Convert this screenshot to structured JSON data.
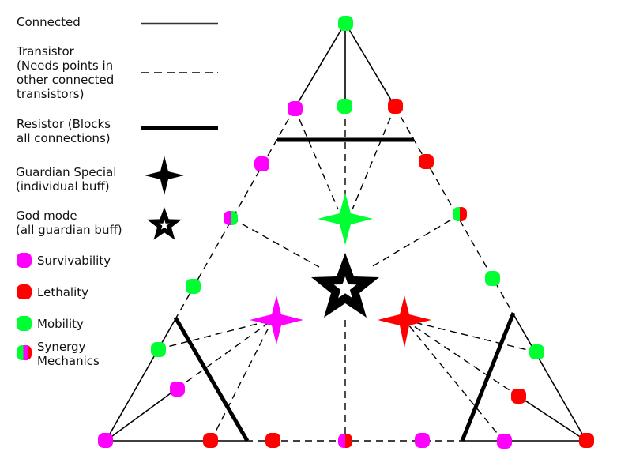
{
  "legend": {
    "connected": "Connected",
    "transistor": "Transistor\n(Needs points in\nother connected\ntransistors)",
    "resistor": "Resistor (Blocks\nall connections)",
    "guardian_special": "Guardian Special\n(individual buff)",
    "god_mode": "God mode\n(all guardian buff)",
    "survivability": "Survivability",
    "lethality": "Lethality",
    "mobility": "Mobility",
    "synergy": "Synergy\nMechanics"
  },
  "colors": {
    "survivability": "#ff00ff",
    "lethality": "#ff0000",
    "mobility": "#00ff33",
    "line": "#000000"
  }
}
